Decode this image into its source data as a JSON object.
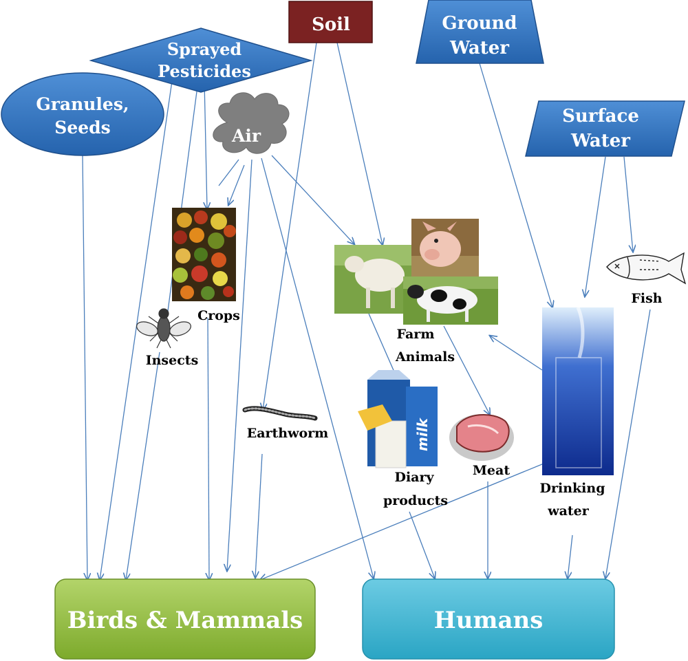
{
  "colors": {
    "blue_shape": "#2e6fb8",
    "blue_shape_light": "#5b9bdc",
    "soil": "#7b2222",
    "cloud": "#7f7f7f",
    "arrow": "#4a7ebb",
    "birds_box": "#8fbe3c",
    "humans_box": "#3ab2cf",
    "label_text": "#000000"
  },
  "sources": {
    "soil": "Soil",
    "ground_water_line1": "Ground",
    "ground_water_line2": "Water",
    "sprayed_pesticides_line1": "Sprayed",
    "sprayed_pesticides_line2": "Pesticides",
    "granules_seeds_line1": "Granules,",
    "granules_seeds_line2": "Seeds",
    "air": "Air",
    "surface_water_line1": "Surface",
    "surface_water_line2": "Water"
  },
  "intermediates": {
    "crops": "Crops",
    "insects": "Insects",
    "earthworm": "Earthworm",
    "farm_animals_line1": "Farm",
    "farm_animals_line2": "Animals",
    "diary_line1": "Diary",
    "diary_line2": "products",
    "meat": "Meat",
    "drinking_line1": "Drinking",
    "drinking_line2": "water",
    "fish": "Fish",
    "milk_carton_text": "milk"
  },
  "sinks": {
    "birds_mammals": "Birds & Mammals",
    "humans": "Humans"
  },
  "icons": [
    "crops-photo",
    "fly-icon",
    "earthworm-icon",
    "sheep-photo",
    "pig-photo",
    "cow-photo",
    "milk-cheese-photo",
    "meat-icon",
    "water-glass-photo",
    "fish-icon"
  ]
}
